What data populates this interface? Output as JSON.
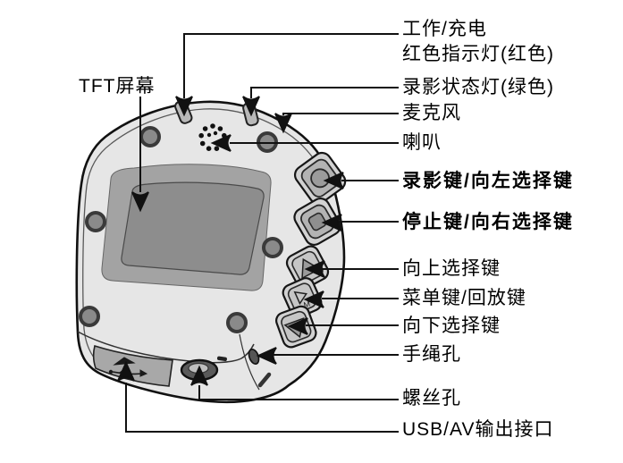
{
  "labels": {
    "tft_screen": "TFT屏幕",
    "work_charge_line1": "工作/充电",
    "work_charge_line2": "红色指示灯(红色)",
    "record_status_light": "录影状态灯(绿色)",
    "microphone": "麦克风",
    "speaker": "喇叭",
    "record_left_key": "录影键/向左选择键",
    "stop_right_key": "停止键/向右选择键",
    "up_key": "向上选择键",
    "menu_playback_key": "菜单键/回放键",
    "down_key": "向下选择键",
    "strap_hole": "手绳孔",
    "screw_hole": "螺丝孔",
    "usb_av_port": "USB/AV输出接口"
  },
  "device": {
    "menu_button_mark": "M"
  },
  "colors": {
    "background": "#ffffff",
    "line": "#111111",
    "body": "#e6e6e6",
    "bezel": "#a3a3a3",
    "screen": "#8d8d8d",
    "screw": "#8a8a8a",
    "button_cap": "#b3b3b3",
    "button_inner": "#979797",
    "recess": "#a8a8a8"
  }
}
